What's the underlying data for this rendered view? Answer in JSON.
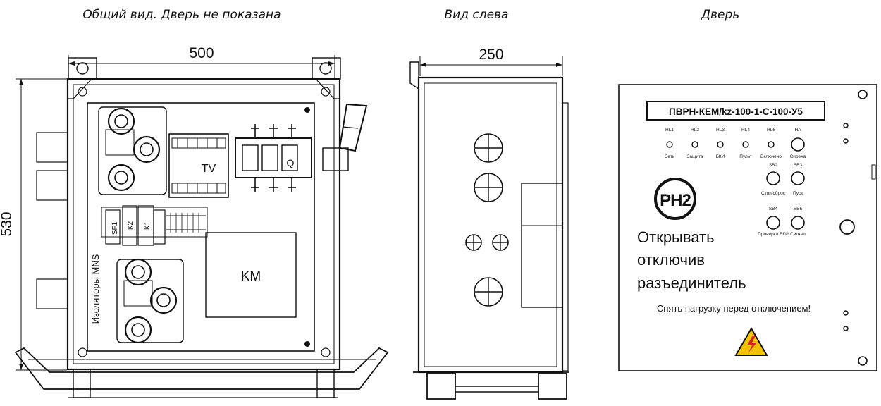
{
  "titles": {
    "general": "Общий вид. Дверь не показана",
    "left": "Вид слева",
    "door": "Дверь"
  },
  "dimensions": {
    "width_general": "500",
    "height_general": "530",
    "width_left": "250"
  },
  "components": {
    "tv": "TV",
    "q": "Q",
    "km": "KM",
    "sf1": "SF1",
    "k2": "K2",
    "k1": "K1",
    "insulators": "Изоляторы MNS"
  },
  "door": {
    "model_label": "ПВРН-КЕМ/kz-100-1-С-100-У5",
    "logo": "РН2",
    "warning_lines": [
      "Открывать",
      "отключив",
      "разъединитель"
    ],
    "notice": "Снять нагрузку перед отключением!",
    "indicators": [
      {
        "code": "HL1",
        "caption": "Сеть"
      },
      {
        "code": "HL2",
        "caption": "Защита"
      },
      {
        "code": "HL3",
        "caption": "БКИ"
      },
      {
        "code": "HL4",
        "caption": "Пульт"
      },
      {
        "code": "HL6",
        "caption": "Включено"
      },
      {
        "code": "HA",
        "caption": "Сирена"
      }
    ],
    "buttons": [
      {
        "code": "SB2",
        "caption": "Стоп/сброс"
      },
      {
        "code": "SB3",
        "caption": "Пуск"
      },
      {
        "code": "SB4",
        "caption": "Проверка БКИ"
      },
      {
        "code": "SB6",
        "caption": "Сигнал"
      }
    ]
  }
}
